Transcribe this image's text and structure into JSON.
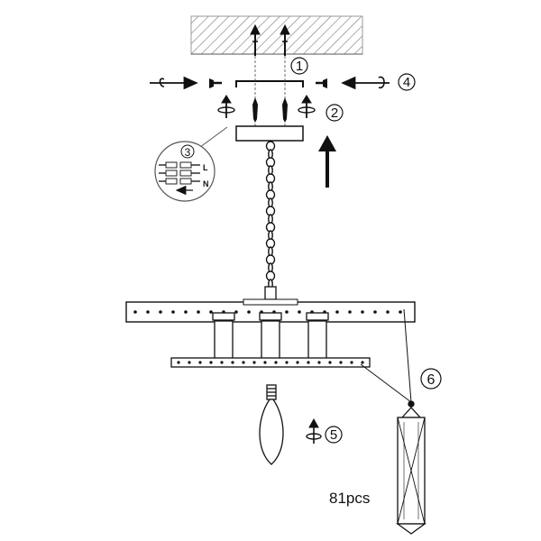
{
  "steps": [
    "1",
    "2",
    "3",
    "4",
    "5",
    "6"
  ],
  "wiring": {
    "live": "L",
    "neutral": "N"
  },
  "crystal_count": "81pcs",
  "colors": {
    "line": "#111111",
    "hatch": "#666666",
    "background": "#ffffff"
  },
  "icons": [
    "ceiling-icon",
    "screw-icon",
    "rotate-arrow-icon",
    "up-arrow-icon",
    "bulb-icon",
    "crystal-prism-icon"
  ]
}
